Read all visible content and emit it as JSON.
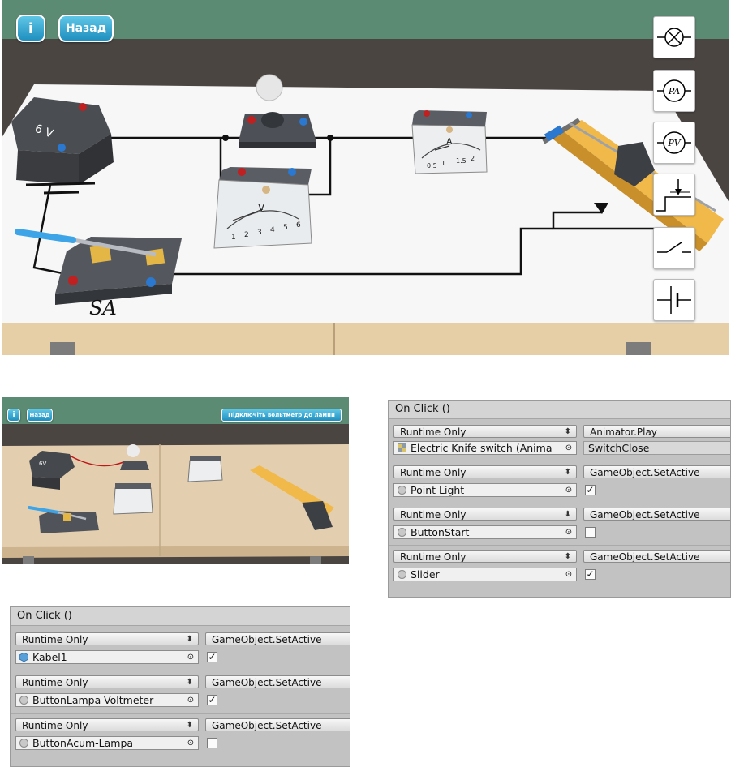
{
  "top_scene": {
    "info_label": "i",
    "back_label": "Назад",
    "battery_label": "6 V",
    "voltmeter_label": "V",
    "voltmeter_scale": [
      "1",
      "2",
      "3",
      "4",
      "5",
      "6"
    ],
    "ammeter_label": "A",
    "ammeter_scale": [
      "0.5",
      "1",
      "1.5",
      "2"
    ],
    "switch_label": "SA",
    "symbols": [
      {
        "icon": "lamp-symbol-icon"
      },
      {
        "icon": "ammeter-symbol-icon",
        "text": "PA"
      },
      {
        "icon": "voltmeter-symbol-icon",
        "text": "PV"
      },
      {
        "icon": "rheostat-symbol-icon"
      },
      {
        "icon": "knife-switch-symbol-icon"
      },
      {
        "icon": "battery-symbol-icon"
      }
    ]
  },
  "small_scene": {
    "info_label": "i",
    "back_label": "Назад",
    "hint_label": "Підключіть вольтметр до лампи",
    "battery_label": "6V"
  },
  "panel_right": {
    "title": "On Click ()",
    "rows": [
      {
        "mode": "Runtime Only",
        "function": "Animator.Play",
        "object": "Electric Knife switch (Animа",
        "argument": "SwitchClose"
      },
      {
        "mode": "Runtime Only",
        "function": "GameObject.SetActive",
        "object": "Point Light",
        "checked": true
      },
      {
        "mode": "Runtime Only",
        "function": "GameObject.SetActive",
        "object": "ButtonStart",
        "checked": false
      },
      {
        "mode": "Runtime Only",
        "function": "GameObject.SetActive",
        "object": "Slider",
        "checked": true
      }
    ]
  },
  "panel_left": {
    "title": "On Click ()",
    "rows": [
      {
        "mode": "Runtime Only",
        "function": "GameObject.SetActive",
        "object": "Kabel1",
        "checked": true
      },
      {
        "mode": "Runtime Only",
        "function": "GameObject.SetActive",
        "object": "ButtonLampa-Voltmeter",
        "checked": true
      },
      {
        "mode": "Runtime Only",
        "function": "GameObject.SetActive",
        "object": "ButtonAcum-Lampa",
        "checked": false
      }
    ]
  },
  "colors": {
    "wall": "#4b4542",
    "stripe": "#5c8b73",
    "table": "#f5f5f5",
    "button": "#2a9bc9",
    "panel": "#c2c2c2"
  }
}
